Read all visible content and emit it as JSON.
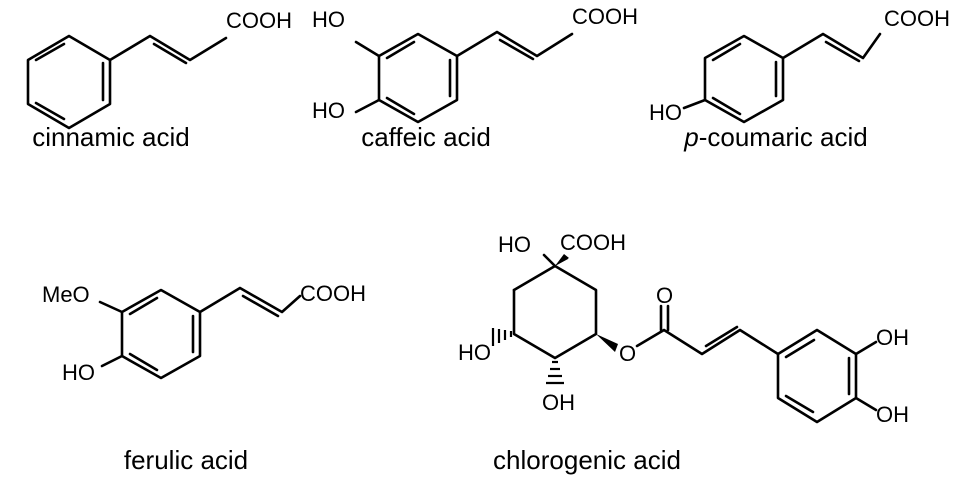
{
  "molecules": {
    "cinnamic": {
      "caption": "cinnamic acid",
      "cooh": "COOH"
    },
    "caffeic": {
      "caption": "caffeic acid",
      "ho_top": "HO",
      "ho_bottom": "HO",
      "cooh": "COOH"
    },
    "coumaric": {
      "caption_prefix": "p",
      "caption_rest": "-coumaric acid",
      "ho": "HO",
      "cooh": "COOH"
    },
    "ferulic": {
      "caption": "ferulic acid",
      "meo": "MeO",
      "ho": "HO",
      "cooh": "COOH"
    },
    "chlorogenic": {
      "caption": "chlorogenic acid",
      "ho_top": "HO",
      "cooh": "COOH",
      "ho_left": "HO",
      "oh_bottom": "OH",
      "ester_o": "O",
      "carbonyl_o": "O",
      "oh_ring_top": "OH",
      "oh_ring_bottom": "OH"
    }
  }
}
